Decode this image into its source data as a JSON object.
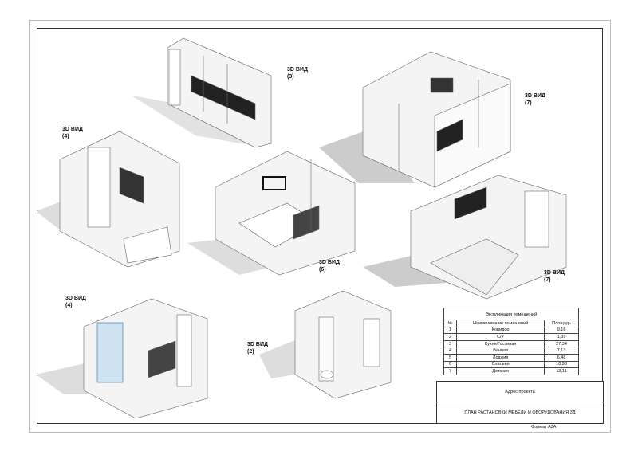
{
  "views": [
    {
      "title": "3D ВИД",
      "num": "(3)"
    },
    {
      "title": "3D ВИД",
      "num": "(7)"
    },
    {
      "title": "3D ВИД",
      "num": "(4)"
    },
    {
      "title": "3D ВИД",
      "num": "(6)"
    },
    {
      "title": "3D ВИД",
      "num": "(7)"
    },
    {
      "title": "3D ВИД",
      "num": "(4)"
    },
    {
      "title": "3D ВИД",
      "num": "(2)"
    }
  ],
  "explication": {
    "title": "Экспликация помещений",
    "headers": [
      "№",
      "Наименование помещений",
      "Площадь"
    ],
    "rows": [
      [
        "1",
        "Коридор",
        "9,16"
      ],
      [
        "2",
        "С/У",
        "1,39"
      ],
      [
        "3",
        "Кухня/Гостиная",
        "27,34"
      ],
      [
        "4",
        "Ванная",
        "7,13"
      ],
      [
        "5",
        "Лоджия",
        "6,48"
      ],
      [
        "6",
        "Спальня",
        "10,98"
      ],
      [
        "7",
        "Детская",
        "13,11"
      ]
    ]
  },
  "title_block": {
    "address": "Адрес проекта",
    "sheet_title": "ПЛАН РАСТАНОВКИ МЕБЕЛИ И ОБОРУДОВАНИЯ 3Д"
  },
  "format": "Формат А3А"
}
